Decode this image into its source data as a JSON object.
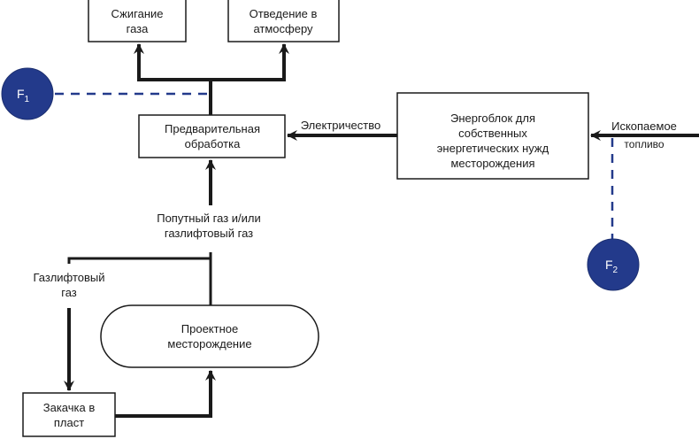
{
  "colors": {
    "line": "#1a1a1a",
    "node_fill": "#233a8b",
    "dash": "#233a8b",
    "node_text": "#ffffff"
  },
  "boxes": {
    "flaring": [
      "Сжигание",
      "газа"
    ],
    "venting": [
      "Отведение в",
      "атмосферу"
    ],
    "pretreatment": [
      "Предварительная",
      "обработка"
    ],
    "power_unit": [
      "Энергоблок для",
      "собственных",
      "энергетических нужд",
      "месторождения"
    ],
    "field": [
      "Проектное",
      "месторождение"
    ],
    "injection": [
      "Закачка в",
      "пласт"
    ]
  },
  "labels": {
    "electricity": "Электричество",
    "fossil_fuel": [
      "Ископаемое",
      "топливо"
    ],
    "associated_gas": [
      "Попутный газ и/или",
      "газлифтовый газ"
    ],
    "gaslift_gas": [
      "Газлифтовый",
      "газ"
    ]
  },
  "nodes": {
    "f1": {
      "letter": "F",
      "sub": "1"
    },
    "f2": {
      "letter": "F",
      "sub": "2"
    }
  }
}
